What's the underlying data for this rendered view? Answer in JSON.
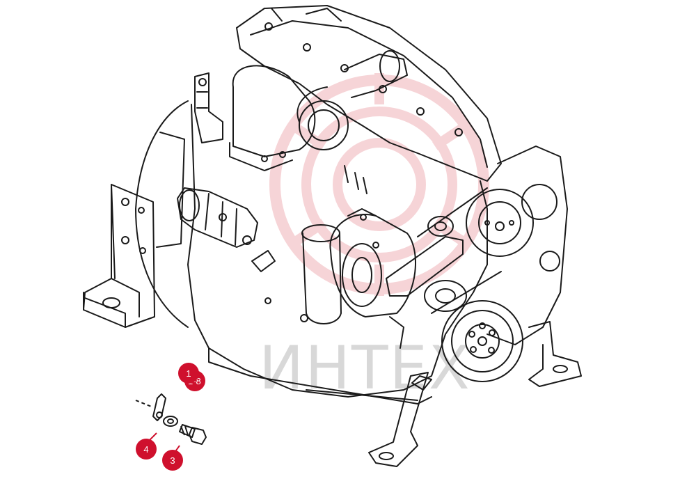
{
  "watermark": {
    "text": "ИНТЕХ",
    "logo_color": "#e8878f",
    "text_color": "#b9b9b9"
  },
  "diagram": {
    "line_color": "#1a1a1a",
    "background": "#ffffff"
  },
  "callouts": [
    {
      "label": "1",
      "sub": "1-8",
      "color": "#cf102d"
    },
    {
      "label": "3",
      "color": "#cf102d"
    },
    {
      "label": "4",
      "color": "#cf102d"
    }
  ]
}
